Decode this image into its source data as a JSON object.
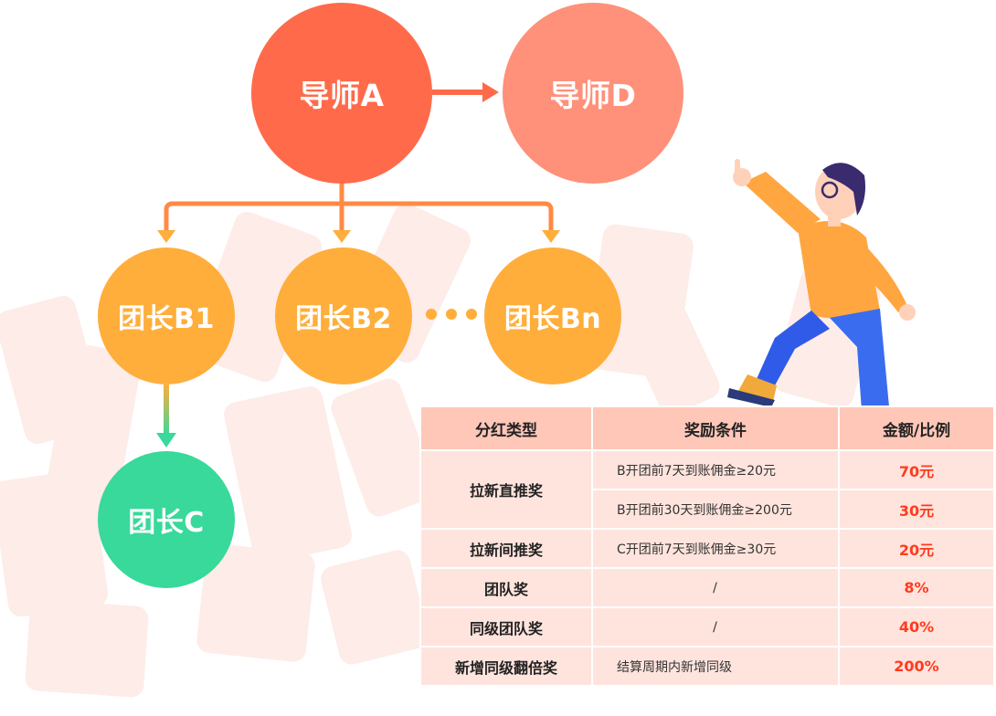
{
  "nodes": {
    "mentor_a": "导师A",
    "mentor_d": "导师D",
    "leader_b1": "团长B1",
    "leader_b2": "团长B2",
    "leader_bn": "团长Bn",
    "leader_c": "团长C"
  },
  "colors": {
    "mentor_a": "#ff6b4a",
    "mentor_d": "#ff907a",
    "leader_b": "#ffae3b",
    "leader_c": "#38d99a",
    "amount_text": "#ff3b1f",
    "table_header": "#ffc7b8",
    "table_cell": "#ffe2da"
  },
  "table": {
    "headers": [
      "分红类型",
      "奖励条件",
      "金额/比例"
    ],
    "rows": [
      {
        "type": "拉新直推奖",
        "conditions": [
          "B开团前7天到账佣金≥20元",
          "B开团前30天到账佣金≥200元"
        ],
        "amounts": [
          "70元",
          "30元"
        ]
      },
      {
        "type": "拉新间推奖",
        "conditions": [
          "C开团前7天到账佣金≥30元"
        ],
        "amounts": [
          "20元"
        ]
      },
      {
        "type": "团队奖",
        "conditions": [
          "/"
        ],
        "amounts": [
          "8%"
        ]
      },
      {
        "type": "同级团队奖",
        "conditions": [
          "/"
        ],
        "amounts": [
          "40%"
        ]
      },
      {
        "type": "新增同级翻倍奖",
        "conditions": [
          "结算周期内新增同级"
        ],
        "amounts": [
          "200%"
        ]
      }
    ]
  },
  "icons": [
    "arrow-right-icon",
    "branch-arrows-icon",
    "ellipsis-dots-icon",
    "pointing-person-illustration"
  ]
}
